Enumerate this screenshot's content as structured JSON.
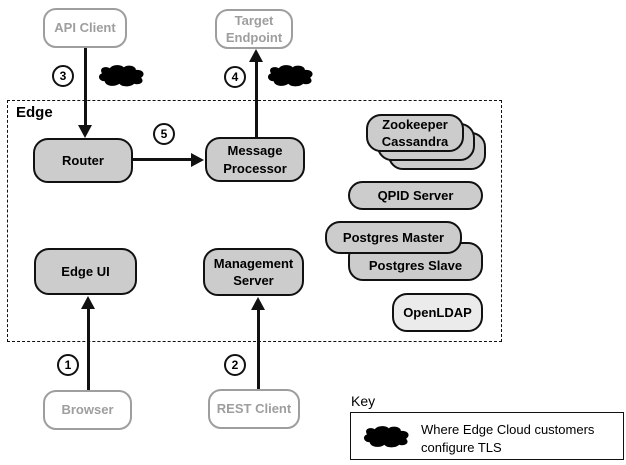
{
  "edge_container": {
    "label": "Edge"
  },
  "nodes": {
    "api_client": {
      "label": "API Client"
    },
    "target_endpoint": {
      "line1": "Target",
      "line2": "Endpoint"
    },
    "router": {
      "label": "Router"
    },
    "message_processor": {
      "line1": "Message",
      "line2": "Processor"
    },
    "zookeeper_stack": {
      "line1": "Zookeeper",
      "line2": "Cassandra"
    },
    "qpid": {
      "label": "QPID Server"
    },
    "postgres_master": {
      "label": "Postgres Master"
    },
    "postgres_slave": {
      "label": "Postgres Slave"
    },
    "openldap": {
      "label": "OpenLDAP"
    },
    "edge_ui": {
      "label": "Edge UI"
    },
    "management_server": {
      "line1": "Management",
      "line2": "Server"
    },
    "browser": {
      "label": "Browser"
    },
    "rest_client": {
      "label": "REST Client"
    }
  },
  "steps": {
    "s1": "1",
    "s2": "2",
    "s3": "3",
    "s4": "4",
    "s5": "5"
  },
  "key": {
    "title": "Key",
    "line1": "Where Edge Cloud customers",
    "line2": "configure TLS"
  },
  "colors": {
    "node_fill": "#cccccc",
    "openldap_fill": "#ebebeb",
    "external_border": "#9e9e9e",
    "cloud_stroke": "#f4511e"
  }
}
